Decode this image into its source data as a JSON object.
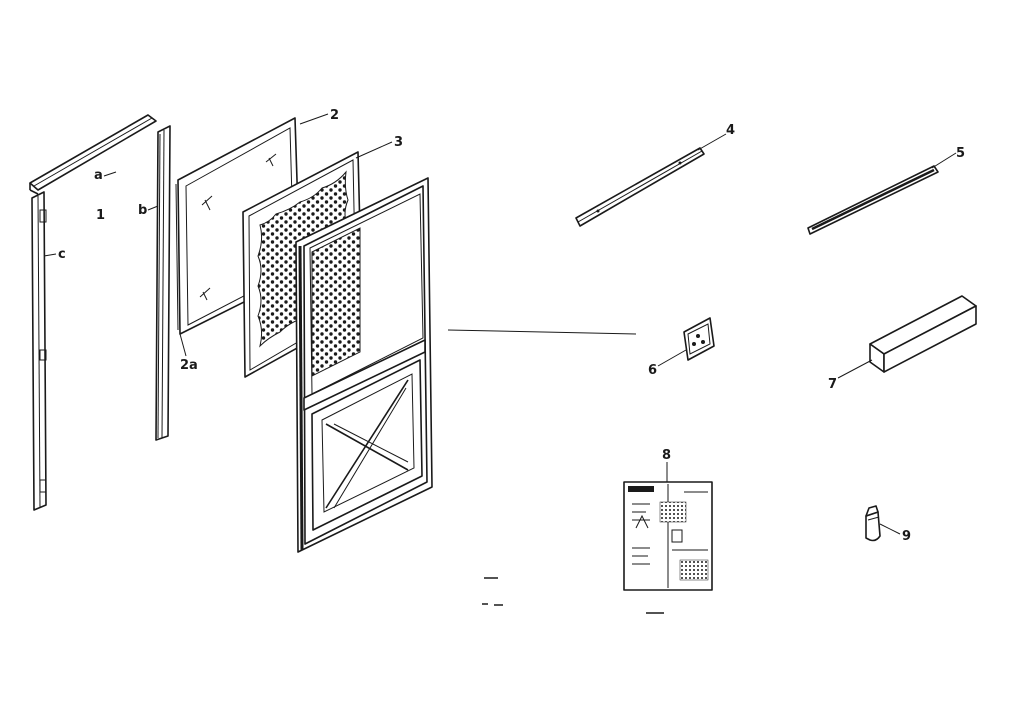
{
  "labels": {
    "frame_assembly": "1",
    "frame_top": "a",
    "frame_side_right": "b",
    "frame_side_left": "c",
    "glass_panel": "2",
    "glass_panel_clip": "2a",
    "screen_panel": "3",
    "drip_cap": "4",
    "sweep_strip": "5",
    "latch_plate": "6",
    "box": "7",
    "instructions": "8",
    "bottle": "9"
  }
}
